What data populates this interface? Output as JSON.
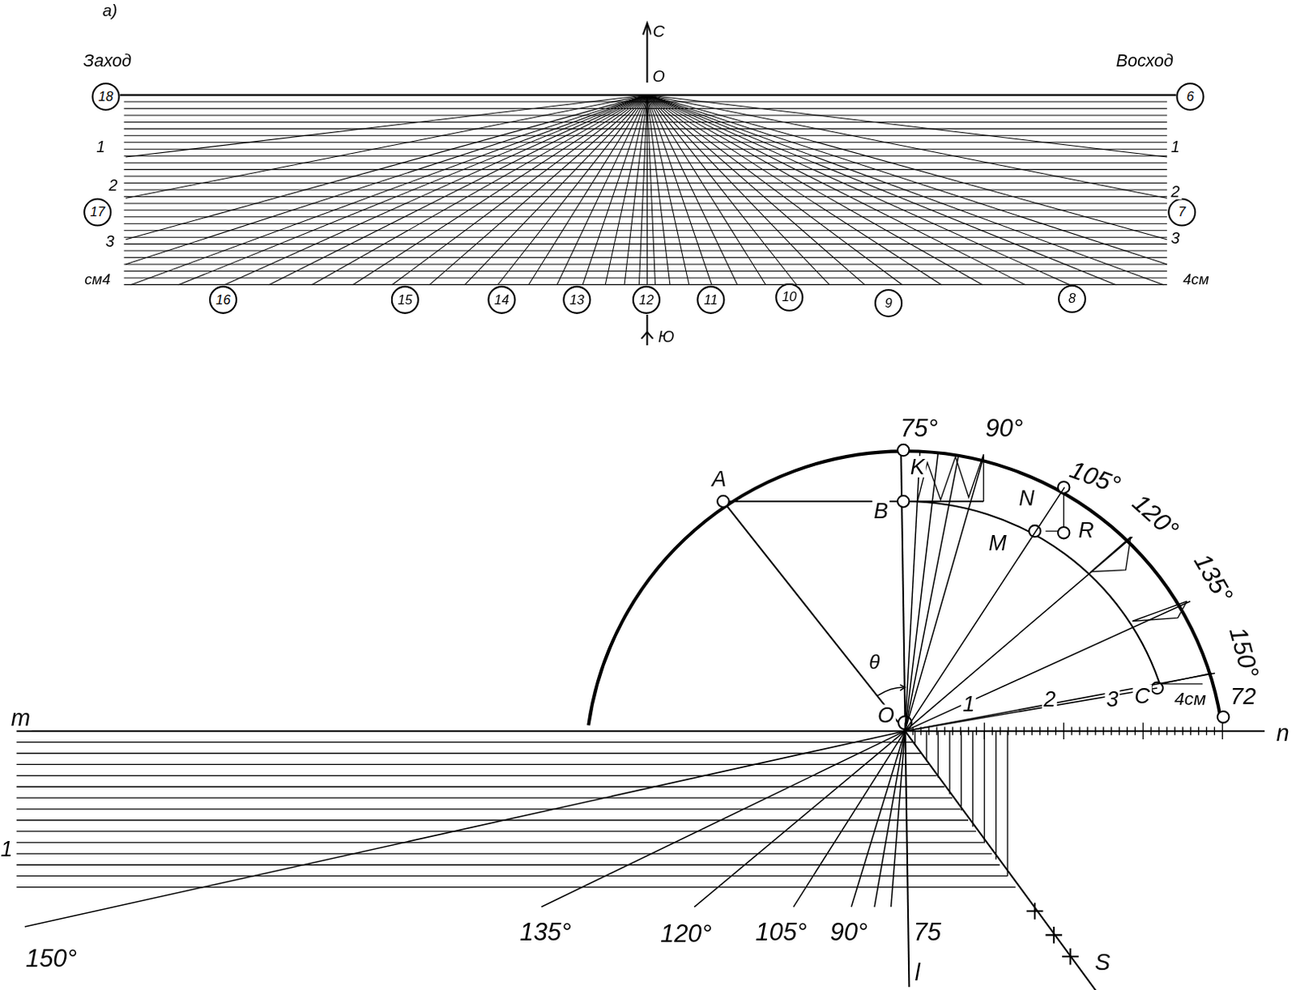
{
  "diagram": {
    "nodes": [
      {
        "text": [
          "18"
        ]
      },
      {
        "text": [
          "6"
        ]
      },
      {
        "text": [
          "17"
        ]
      },
      {
        "text": [
          "7"
        ]
      },
      {
        "text": [
          "16"
        ]
      },
      {
        "text": [
          "15"
        ]
      },
      {
        "text": [
          "14"
        ]
      },
      {
        "text": [
          "13"
        ]
      },
      {
        "text": [
          "12"
        ]
      },
      {
        "text": [
          "11"
        ]
      },
      {
        "text": [
          "10"
        ]
      },
      {
        "text": [
          "9"
        ]
      },
      {
        "text": [
          "8"
        ]
      }
    ],
    "edges": [],
    "labels": [
      "а)",
      "Заход",
      "Восход",
      "С",
      "О",
      "1",
      "2",
      "3",
      "см4",
      "1",
      "2",
      "3",
      "4см",
      "Ю",
      "75°",
      "90°",
      "105°",
      "120°",
      "135°",
      "150°",
      "A",
      "B",
      "K",
      "N",
      "M",
      "R",
      "θ",
      "O",
      "1",
      "2",
      "3",
      "C",
      "4см",
      "72",
      "n",
      "m",
      "1",
      "150°",
      "135°",
      "120°",
      "105°",
      "90°",
      "75",
      "l",
      "S"
    ]
  }
}
